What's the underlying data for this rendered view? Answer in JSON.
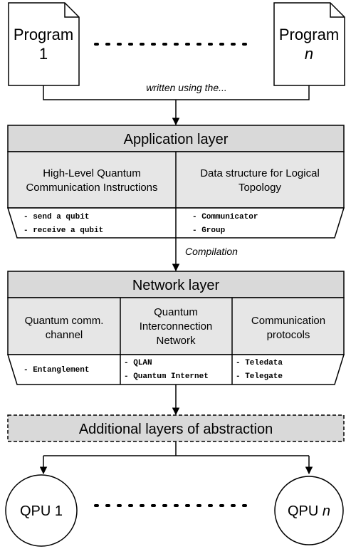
{
  "programs": {
    "first": {
      "line1": "Program",
      "line2": "1"
    },
    "last": {
      "line1": "Program",
      "line2": "n"
    }
  },
  "written_using": "written using the...",
  "application_layer": {
    "title": "Application layer",
    "left": {
      "line1": "High-Level  Quantum",
      "line2": "Communication Instructions",
      "items": [
        "- send a qubit",
        "- receive a qubit"
      ]
    },
    "right": {
      "line1": "Data structure for Logical",
      "line2": "Topology",
      "items": [
        "- Communicator",
        "- Group"
      ]
    }
  },
  "compilation": "Compilation",
  "network_layer": {
    "title": "Network layer",
    "col1": {
      "line1": "Quantum comm.",
      "line2": "channel",
      "items": [
        "- Entanglement"
      ]
    },
    "col2": {
      "line1": "Quantum",
      "line2": "Interconnection",
      "line3": "Network",
      "items": [
        "- QLAN",
        "- Quantum Internet"
      ]
    },
    "col3": {
      "line1": "Communication",
      "line2": "protocols",
      "items": [
        "- Teledata",
        "- Telegate"
      ]
    }
  },
  "additional_layers": "Additional layers of abstraction",
  "qpus": {
    "first": "QPU 1",
    "last_prefix": "QPU ",
    "last_n": "n"
  },
  "colors": {
    "box_fill": "#d9d9d9",
    "cell_fill": "#e6e6e6",
    "stroke": "#000000"
  }
}
